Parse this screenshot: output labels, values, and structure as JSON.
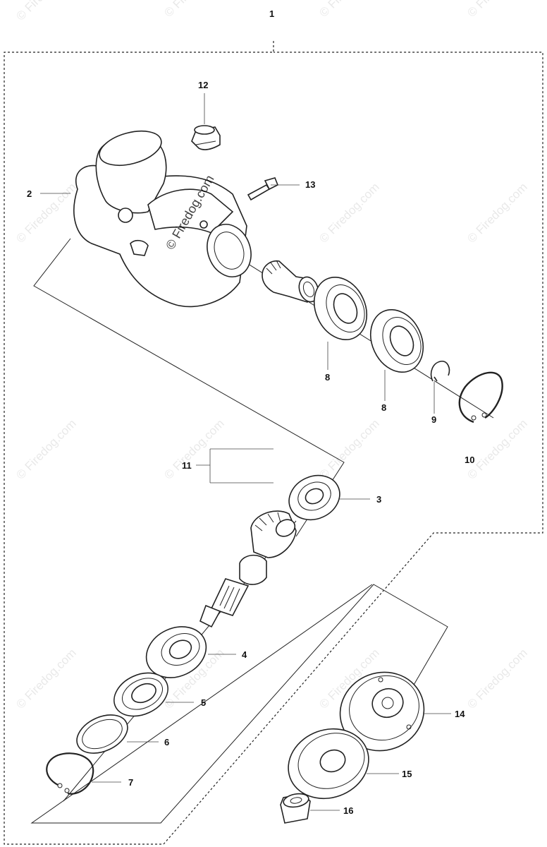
{
  "watermark": "© Firedog.com",
  "callouts": {
    "c1": "1",
    "c2": "2",
    "c3": "3",
    "c4": "4",
    "c5": "5",
    "c6": "6",
    "c7": "7",
    "c8a": "8",
    "c8b": "8",
    "c9": "9",
    "c10": "10",
    "c11": "11",
    "c12": "12",
    "c13": "13",
    "c14": "14",
    "c15": "15",
    "c16": "16"
  }
}
